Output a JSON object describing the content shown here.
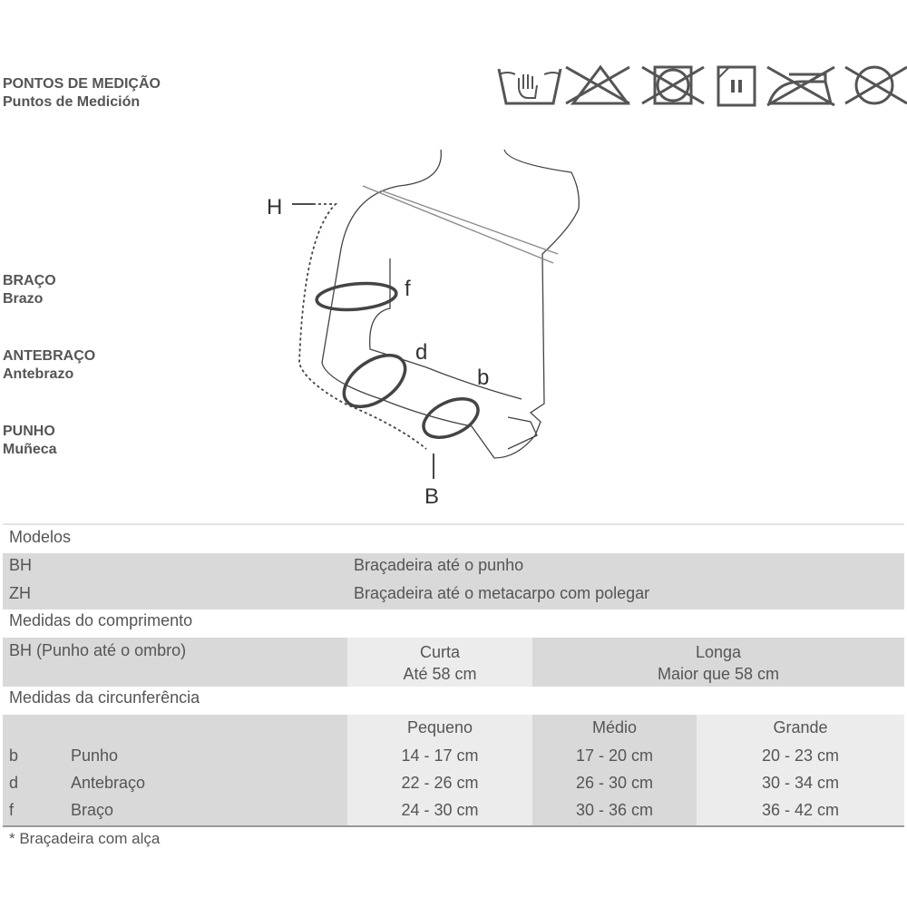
{
  "header": {
    "title_pt": "PONTOS DE MEDIÇÃO",
    "title_es": "Puntos de Medición"
  },
  "care_icons": [
    "hand-wash-icon",
    "no-bleach-icon",
    "no-tumble-dry-icon",
    "drip-dry-icon",
    "no-iron-icon",
    "no-dry-clean-icon"
  ],
  "body_labels": [
    {
      "pt": "BRAÇO",
      "es": "Brazo"
    },
    {
      "pt": "ANTEBRAÇO",
      "es": "Antebrazo"
    },
    {
      "pt": "PUNHO",
      "es": "Muñeca"
    }
  ],
  "diagram": {
    "H": "H",
    "B": "B",
    "f": "f",
    "d": "d",
    "b": "b"
  },
  "models": {
    "heading": "Modelos",
    "rows": [
      {
        "code": "BH",
        "desc": "Braçadeira até o punho"
      },
      {
        "code": "ZH",
        "desc": "Braçadeira até o metacarpo com polegar"
      }
    ]
  },
  "length": {
    "heading": "Medidas do comprimento",
    "label": "BH (Punho até o ombro)",
    "short_title": "Curta",
    "short_value": "Até 58 cm",
    "long_title": "Longa",
    "long_value": "Maior que 58 cm"
  },
  "circumference": {
    "heading": "Medidas da circunferência",
    "sizes": [
      "Pequeno",
      "Médio",
      "Grande"
    ],
    "rows": [
      {
        "key": "b",
        "name": "Punho",
        "values": [
          "14 - 17 cm",
          "17 - 20 cm",
          "20 - 23 cm"
        ]
      },
      {
        "key": "d",
        "name": "Antebraço",
        "values": [
          "22 - 26 cm",
          "26 - 30 cm",
          "30 - 34 cm"
        ]
      },
      {
        "key": "f",
        "name": "Braço",
        "values": [
          "24 - 30 cm",
          "30 - 36 cm",
          "36 - 42 cm"
        ]
      }
    ]
  },
  "footnote": "* Braçadeira com alça"
}
